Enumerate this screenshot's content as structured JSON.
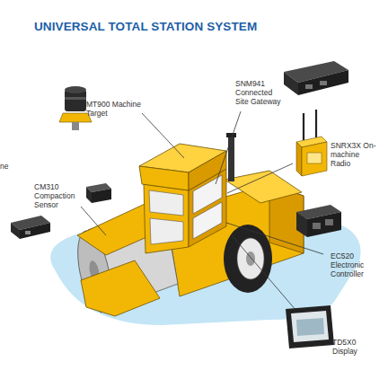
{
  "diagram": {
    "title": "UNIVERSAL TOTAL STATION SYSTEM",
    "labels": [
      "SNM941 Connected Site Gateway",
      "MT900 Machine Target",
      "SNRX3X On-machine Radio",
      "ne",
      "CM310 Compaction Sensor",
      "EC520 Electronic Controller",
      "TD5X0 Display"
    ]
  }
}
